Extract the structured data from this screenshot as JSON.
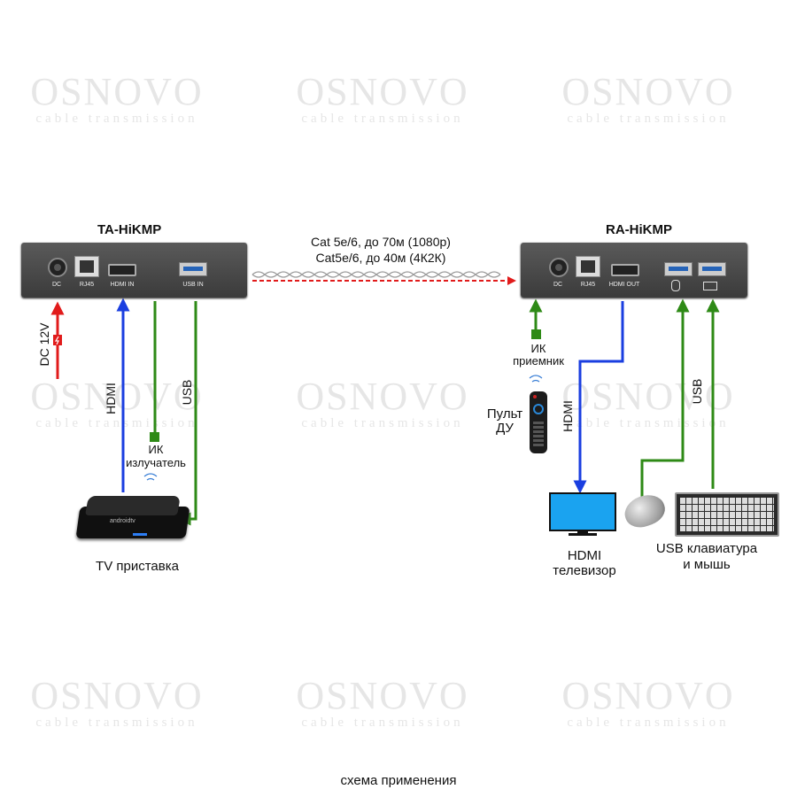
{
  "watermark": {
    "brand": "OSNOVO",
    "tagline": "cable transmission"
  },
  "transmitter": {
    "title": "TA-HiKMP",
    "ports": [
      "DC",
      "RJ45",
      "HDMI IN",
      "USB IN"
    ]
  },
  "receiver": {
    "title": "RA-HiKMP",
    "ports": [
      "DC",
      "RJ45",
      "HDMI OUT"
    ]
  },
  "cable": {
    "line1": "Cat 5e/6, до 70м (1080p)",
    "line2": "Cat5e/6, до 40м (4К2К)"
  },
  "labels": {
    "dc12v": "DC 12V",
    "hdmi_left": "HDMI",
    "usb_left": "USB",
    "ir_emitter_1": "ИК",
    "ir_emitter_2": "излучатель",
    "ir_receiver_1": "ИК",
    "ir_receiver_2": "приемник",
    "remote_1": "Пульт",
    "remote_2": "ДУ",
    "hdmi_right": "HDMI",
    "usb_right": "USB",
    "tv_box": "TV приставка",
    "tv_1": "HDMI",
    "tv_2": "телевизор",
    "kbd_1": "USB клавиатура",
    "kbd_2": "и мышь",
    "caption": "схема применения",
    "android_logo": "androidtv"
  },
  "colors": {
    "dc": "#e11b1b",
    "hdmi": "#1a3ee0",
    "usb": "#2e8a16",
    "ir": "#2e8a16",
    "cable": "#e11b1b"
  }
}
